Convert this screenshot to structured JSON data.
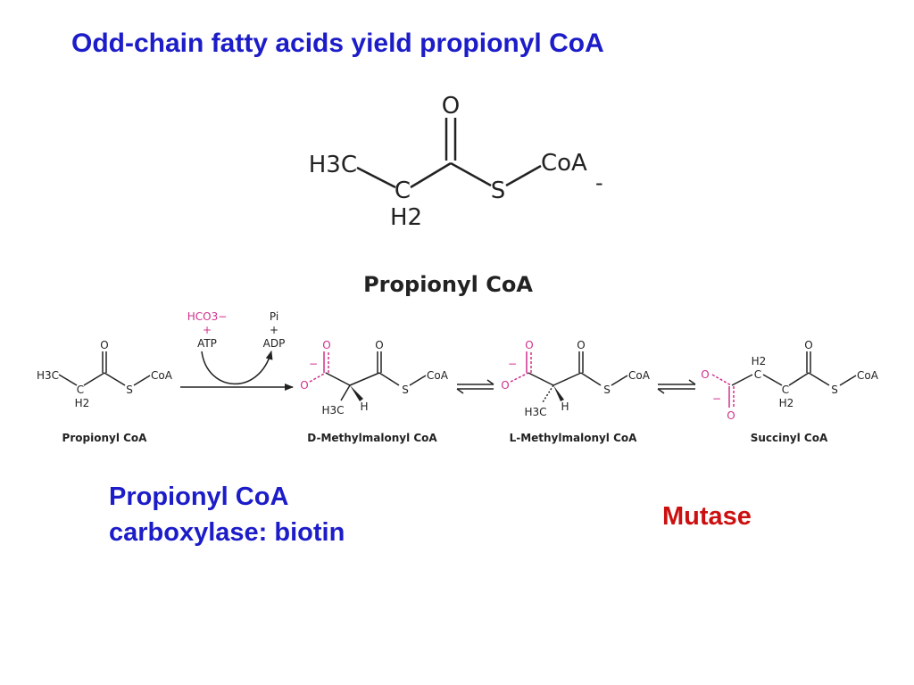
{
  "slide": {
    "title": "Odd-chain fatty acids yield propionyl CoA",
    "note_enzyme_line1": "Propionyl CoA",
    "note_enzyme_line2": "carboxylase: biotin",
    "note_mutase": "Mutase"
  },
  "top_structure": {
    "name": "Propionyl CoA",
    "atoms": {
      "carbonyl_o": "O",
      "methyl": "H3C",
      "methylene_c": "C",
      "methylene_h": "H2",
      "sulfur": "S",
      "coa": "CoA",
      "charge": "-"
    }
  },
  "reaction": {
    "compounds": [
      "Propionyl CoA",
      "D-Methylmalonyl CoA",
      "L-Methylmalonyl CoA",
      "Succinyl CoA"
    ],
    "inputs": {
      "line1": "HCO3−",
      "plus1": "+",
      "line2": "ATP"
    },
    "outputs": {
      "line1": "Pi",
      "plus2": "+",
      "line2": "ADP"
    },
    "atom_labels": {
      "o": "O",
      "s": "S",
      "coa": "CoA",
      "h": "H",
      "c": "C",
      "methyl": "H3C",
      "h2": "H2",
      "minus": "−"
    }
  },
  "colors": {
    "title": "#1c1cc8",
    "mutase": "#cc1010",
    "carboxyl": "#d0308a",
    "structure": "#222222"
  }
}
